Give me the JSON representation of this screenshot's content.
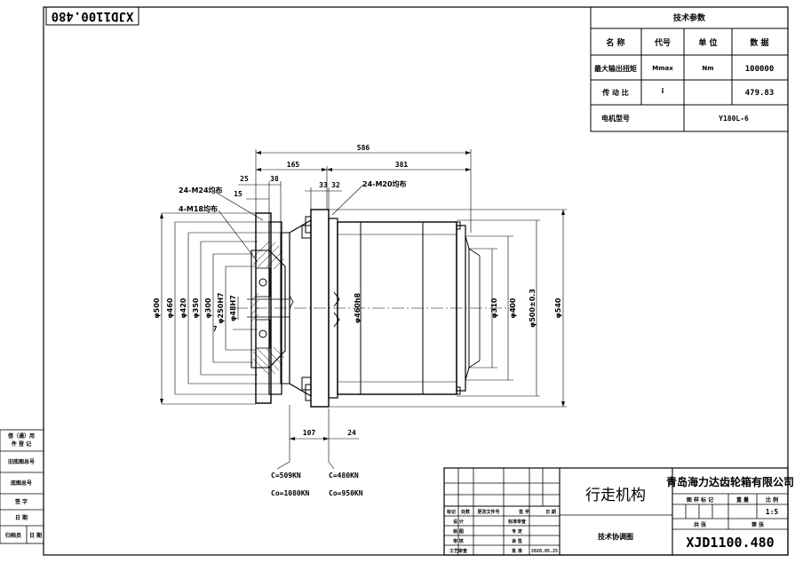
{
  "drawing_no": "XJD1100.480",
  "drawing_no_rotated": "XJD1100.480",
  "tech_params": {
    "title": "技术参数",
    "headers": [
      "名 称",
      "代号",
      "单 位",
      "数 据"
    ],
    "rows": [
      {
        "name": "最大输出扭矩",
        "code": "Mmax",
        "unit": "Nm",
        "value": "100000"
      },
      {
        "name": "传 动 比",
        "code": "i",
        "unit": "",
        "value": "479.83"
      }
    ],
    "motor_label": "电机型号",
    "motor_value": "Y180L-6"
  },
  "dims": {
    "d586": "586",
    "d165": "165",
    "d381": "381",
    "d25": "25",
    "d38": "38",
    "d15": "15",
    "d33": "33",
    "d32": "32",
    "bolt_left": "24-M24均布",
    "bolt_right": "24-M20均布",
    "bolt_inner": "4-M18均布",
    "d7": "7",
    "d107": "107",
    "d24": "24",
    "phi500": "φ500",
    "phi460": "φ460",
    "phi420": "φ420",
    "phi350": "φ350",
    "phi300": "φ300",
    "phi250": "φ250H7",
    "phi48": "φ48H7",
    "phi460h8": "φ460h8",
    "phi310": "φ310",
    "phi400": "φ400",
    "phi500t": "φ500±0.3",
    "phi540": "φ540"
  },
  "loads": {
    "left_c": "C=509KN",
    "left_co": "Co=1080KN",
    "right_c": "C=480KN",
    "right_co": "Co=950KN"
  },
  "left_stamp": [
    "借（通）用",
    "件 登 记",
    "旧底图总号",
    "底图总号",
    "签 字",
    "日 期",
    "归档员",
    "日 期"
  ],
  "title_block": {
    "name": "行走机构",
    "subtitle": "技术协调图",
    "company": "青岛海力达齿轮箱有限公司",
    "stage_header": [
      "图 样 标 记",
      "重 量",
      "比 例"
    ],
    "scale": "1:5",
    "sheet_labels": [
      "共 张",
      "第 张"
    ],
    "drawing_no": "XJD1100.480",
    "rev_headers": [
      "标记",
      "处数",
      "更改文件号",
      "签 字",
      "日 期"
    ],
    "roles_left": [
      "设 计",
      "绘 图",
      "审 核",
      "工艺审查"
    ],
    "roles_right": [
      "标准审查",
      "专 定",
      "会 签",
      "批 准"
    ],
    "date": "2020.05.25"
  }
}
